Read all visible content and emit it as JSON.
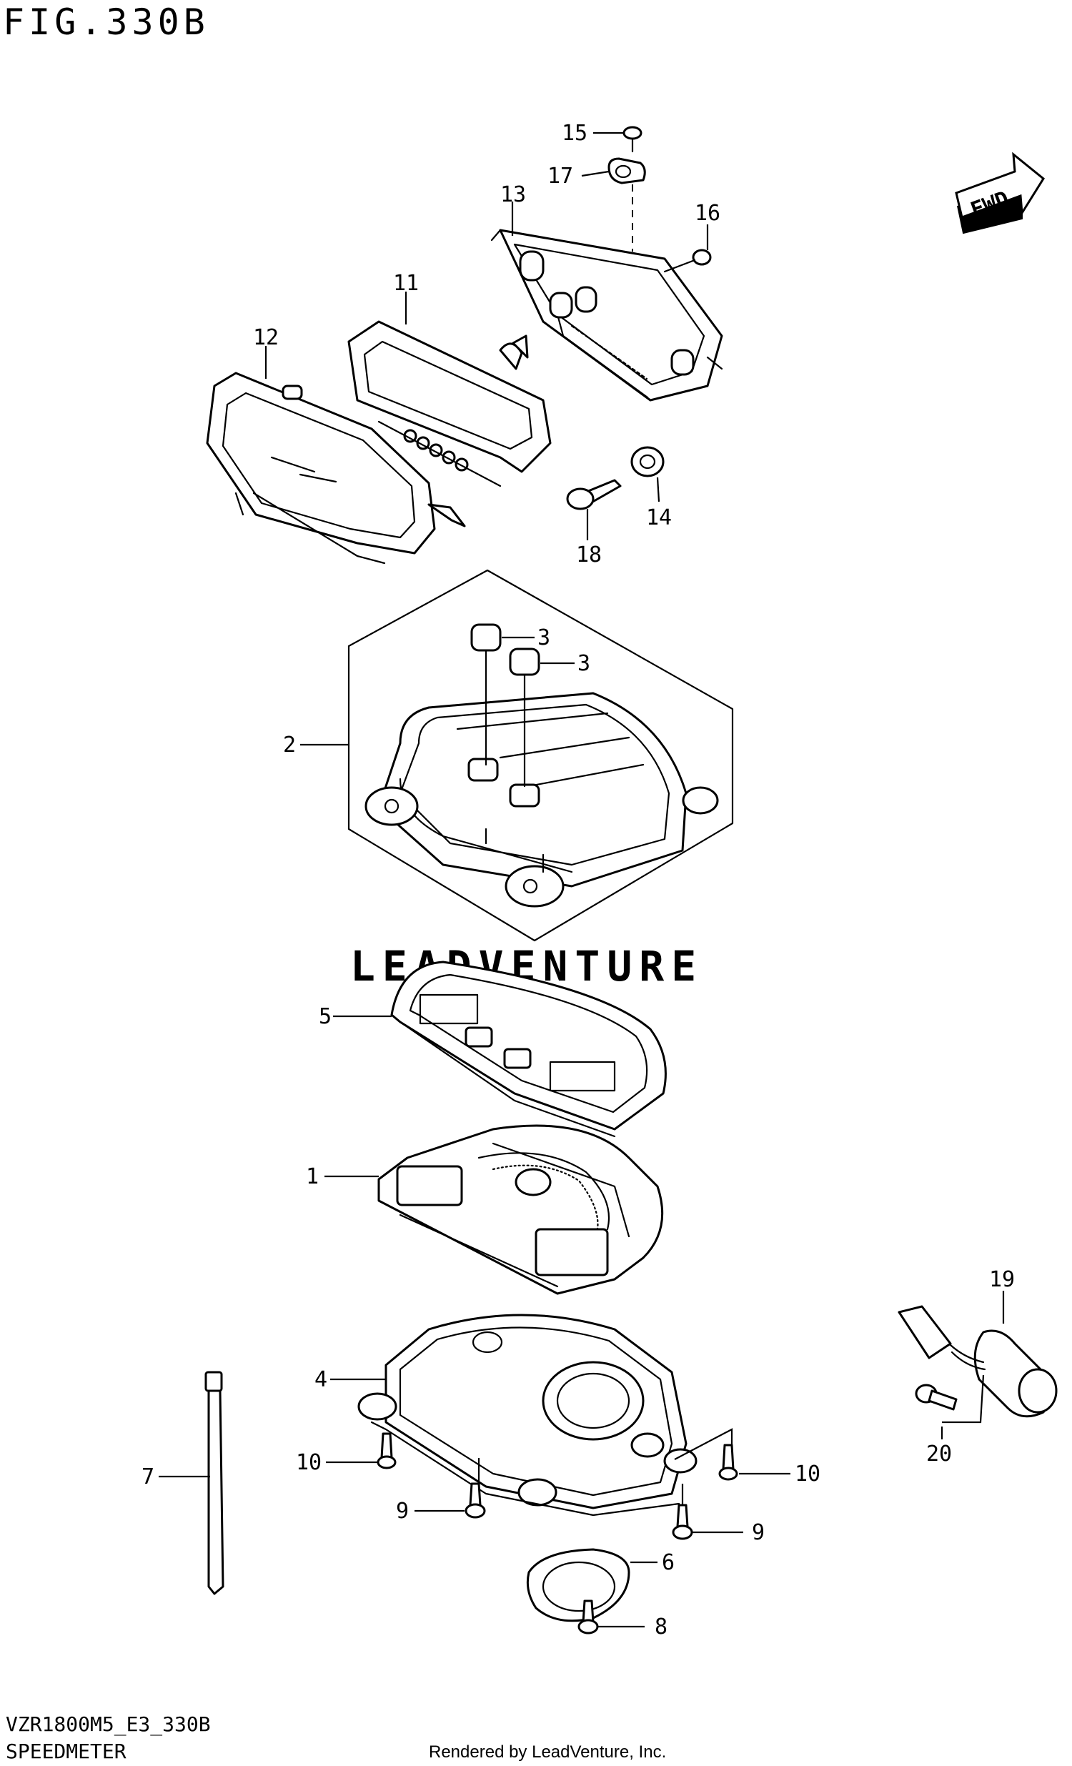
{
  "figure": {
    "title": "FIG.330B",
    "model_code": "VZR1800M5_E3_330B",
    "section_name": "SPEEDMETER",
    "rendered_by": "Rendered by LeadVenture, Inc.",
    "watermark": "LEADVENTURE",
    "direction_badge": "FWD"
  },
  "callouts": [
    "15",
    "17",
    "13",
    "16",
    "11",
    "12",
    "14",
    "18",
    "3",
    "3",
    "2",
    "5",
    "1",
    "19",
    "4",
    "20",
    "7",
    "10",
    "10",
    "9",
    "9",
    "6",
    "8"
  ]
}
